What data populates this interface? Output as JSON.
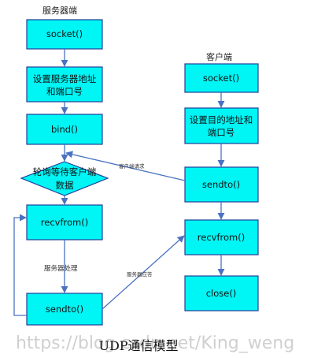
{
  "diagram": {
    "server_header": "服务器端",
    "client_header": "客户端",
    "server_steps": {
      "socket": "socket()",
      "setup_line1": "设置服务器地址",
      "setup_line2": "和端口号",
      "bind": "bind()",
      "poll_line1": "轮询等待客户端",
      "poll_line2": "数据",
      "recvfrom": "recvfrom()",
      "sendto": "sendto()"
    },
    "client_steps": {
      "socket": "socket()",
      "setup_line1": "设置目的地址和",
      "setup_line2": "端口号",
      "sendto": "sendto()",
      "recvfrom": "recvfrom()",
      "close": "close()"
    },
    "labels": {
      "server_process": "服务器处理",
      "client_request": "客户端请求",
      "server_response": "服务器应答"
    },
    "caption": "UDP通信模型",
    "watermark": "https://blog.csdn.net/King_weng"
  }
}
